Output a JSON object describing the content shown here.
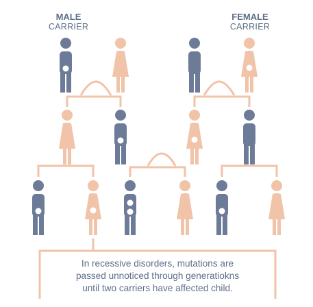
{
  "headers": {
    "male": {
      "line1": "MALE",
      "line2": "CARRIER"
    },
    "female": {
      "line1": "FEMALE",
      "line2": "CARRIER"
    }
  },
  "caption": {
    "line1": "In recessive disorders, mutations are",
    "line2": "passed unnoticed through generatiokns",
    "line3": "until two carriers have affected child."
  },
  "colors": {
    "male": "#6c7c98",
    "female": "#f1c3a8",
    "line": "#f1c3a8",
    "dot": "#ffffff",
    "text": "#5e6e88"
  },
  "generations": [
    [
      {
        "sex": "male",
        "carrier_dots": 1
      },
      {
        "sex": "female",
        "carrier_dots": 0
      },
      {
        "sex": "male",
        "carrier_dots": 0
      },
      {
        "sex": "female",
        "carrier_dots": 1
      }
    ],
    [
      {
        "sex": "female",
        "carrier_dots": 0
      },
      {
        "sex": "male",
        "carrier_dots": 1
      },
      {
        "sex": "female",
        "carrier_dots": 1
      },
      {
        "sex": "male",
        "carrier_dots": 0
      }
    ],
    [
      {
        "sex": "male",
        "carrier_dots": 1
      },
      {
        "sex": "female",
        "carrier_dots": 1
      },
      {
        "sex": "male",
        "carrier_dots": 2
      },
      {
        "sex": "female",
        "carrier_dots": 0
      },
      {
        "sex": "male",
        "carrier_dots": 1
      },
      {
        "sex": "female",
        "carrier_dots": 0
      }
    ]
  ]
}
